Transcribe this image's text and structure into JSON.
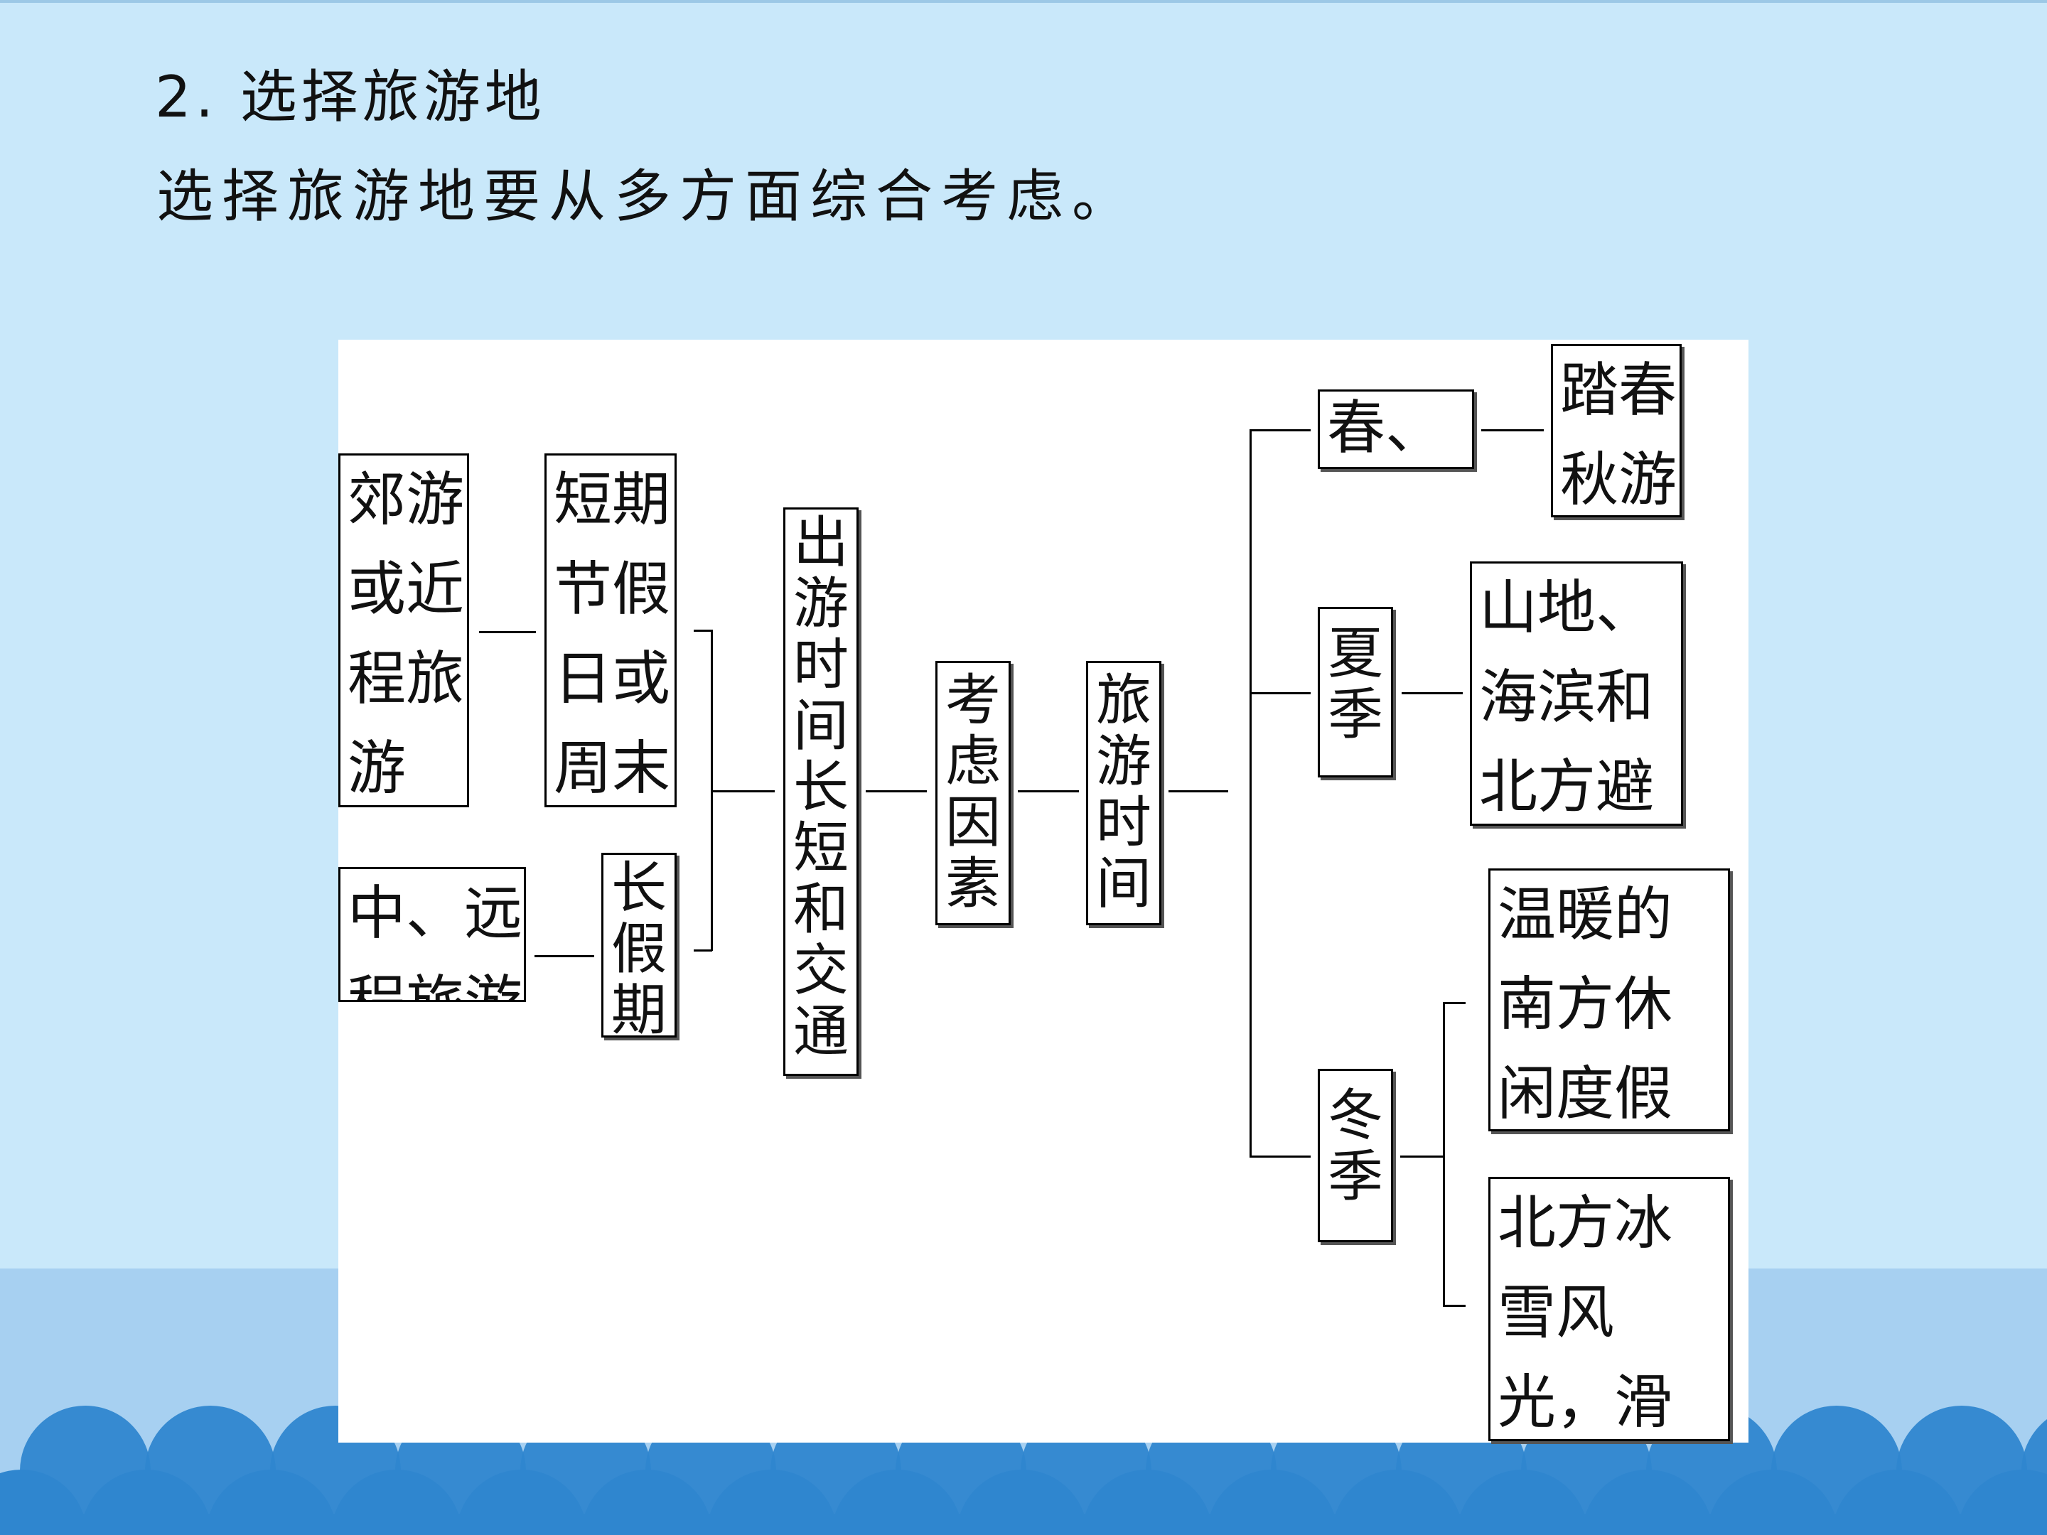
{
  "heading": "2. 选择旅游地",
  "subtitle": "选择旅游地要从多方面综合考虑。",
  "colors": {
    "background": "#c9e8fa",
    "wave": "#2f86cf",
    "band": "#a7d0f1"
  },
  "diagram": {
    "short_trip": "郊游或近程旅游",
    "short_holiday": "短期节假日或周末",
    "mid_trip": "中、远程旅游",
    "long_holiday": [
      "长",
      "假",
      "期"
    ],
    "duration_traffic": [
      "出",
      "游",
      "时",
      "间",
      "长",
      "短",
      "和",
      "交",
      "通"
    ],
    "factors": [
      "考",
      "虑",
      "因",
      "素"
    ],
    "travel_time": [
      "旅",
      "游",
      "时",
      "间"
    ],
    "spring_autumn": "春、秋",
    "spring_autumn_trip": "踏春秋游",
    "summer": [
      "夏",
      "季"
    ],
    "summer_trip": "山地、海滨和北方避暑",
    "winter": [
      "冬",
      "季"
    ],
    "winter_south": "温暖的南方休闲度假",
    "winter_north": "北方冰雪风光，滑雪、滑冰"
  }
}
